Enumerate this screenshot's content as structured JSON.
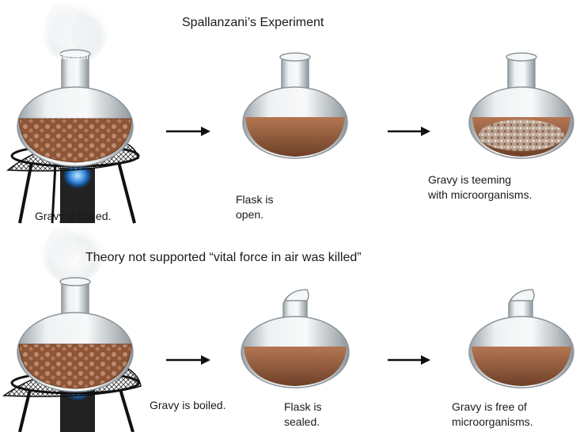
{
  "title": "Spallanzani’s Experiment",
  "watermark": "Section",
  "theory": "Theory not supported “vital force in air was killed”",
  "top_row": {
    "step1": "Gravy is boiled.",
    "step2": "Flask is\nopen.",
    "step3": "Gravy is teeming\nwith microorganisms."
  },
  "bottom_row": {
    "step1": "Gravy is boiled.",
    "step2": "Flask is\nsealed.",
    "step3": "Gravy is free of\nmicroorganisms."
  },
  "colors": {
    "gravy": "#9a5e3c",
    "gravy_dark": "#6e4028",
    "glass": "#d8dde0",
    "stand": "#1a1a1a",
    "flame": "#2a7fd6"
  }
}
